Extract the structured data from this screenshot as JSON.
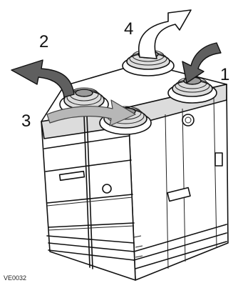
{
  "diagram": {
    "callouts": [
      "1",
      "2",
      "3",
      "4"
    ],
    "figure_code": "VE0032"
  },
  "colors": {
    "line": "#111111",
    "dark_arrow": "#5f5f5f",
    "light_arrow": "#b7b7b7",
    "shade": "#dcdcdc"
  }
}
